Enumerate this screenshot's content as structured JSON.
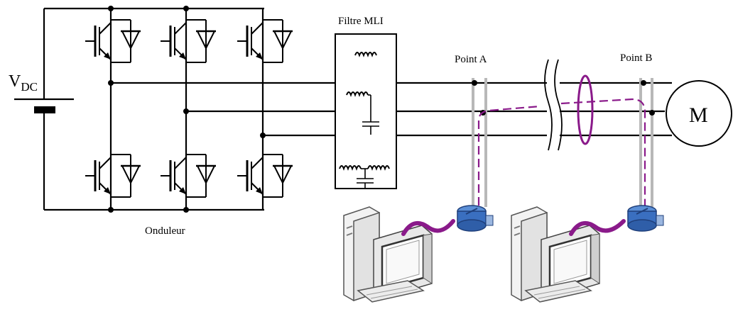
{
  "labels": {
    "vdc_main": "V",
    "vdc_sub": "DC",
    "filter": "Filtre MLI",
    "point_a": "Point A",
    "point_b": "Point B",
    "motor": "M",
    "inverter": "Onduleur"
  },
  "colors": {
    "wire": "#000000",
    "cable": "#8a1a8a",
    "sensor": "#3a6fc0",
    "probe": "#b8b8b8"
  },
  "components": {
    "inverter_switches": 6,
    "phases": 3
  }
}
